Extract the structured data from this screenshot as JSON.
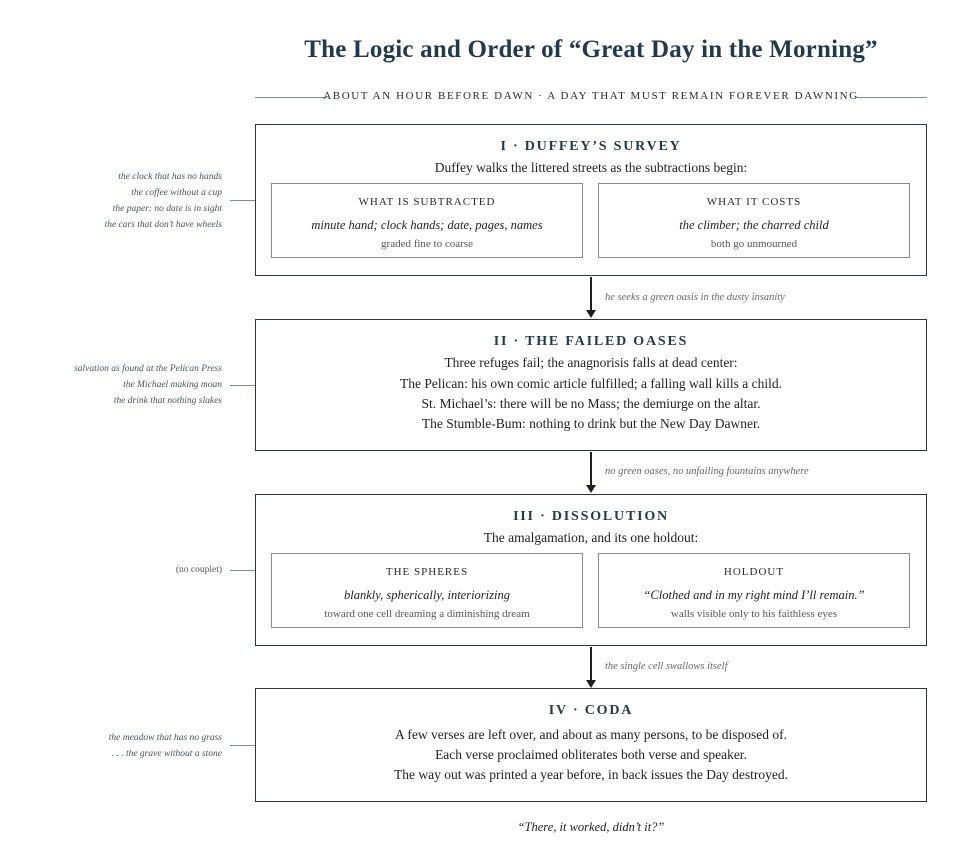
{
  "title": "The Logic and Order of “Great Day in the Morning”",
  "subtitle": "ABOUT AN HOUR BEFORE DAWN · A DAY THAT MUST REMAIN FOREVER DAWNING",
  "panels": [
    {
      "heading": "I · DUFFEY’S SURVEY",
      "intro": "Duffey walks the littered streets as the subtractions begin:",
      "boxes": [
        {
          "label": "WHAT IS SUBTRACTED",
          "main": "minute hand; clock hands; date, pages, names",
          "note": "graded fine to coarse"
        },
        {
          "label": "WHAT IT COSTS",
          "main": "the climber; the charred child",
          "note": "both go unmourned"
        }
      ],
      "margin": [
        "the clock that has no hands",
        "the coffee without a cup",
        "the paper: no date is in sight",
        "the cars that don’t have wheels"
      ]
    },
    {
      "heading": "II · THE FAILED OASES",
      "intro": "Three refuges fail; the anagnorisis falls at dead center:",
      "lines": [
        "The Pelican: his own comic article fulfilled; a falling wall kills a child.",
        "St. Michael’s: there will be no Mass; the demiurge on the altar.",
        "The Stumble-Bum: nothing to drink but the New Day Dawner."
      ],
      "margin": [
        "salvation as found at the Pelican Press",
        "the Michael making moan",
        "the drink that nothing slakes"
      ]
    },
    {
      "heading": "III · DISSOLUTION",
      "intro": "The amalgamation, and its one holdout:",
      "boxes": [
        {
          "label": "THE SPHERES",
          "main": "blankly, spherically, interiorizing",
          "note": "toward one cell dreaming a diminishing dream"
        },
        {
          "label": "HOLDOUT",
          "main": "“Clothed and in my right mind I’ll remain.”",
          "note": "walls visible only to his faithless eyes"
        }
      ],
      "margin": [
        "(no couplet)"
      ]
    },
    {
      "heading": "IV · CODA",
      "lines": [
        "A few verses are left over, and about as many persons, to be disposed of.",
        "Each verse proclaimed obliterates both verse and speaker.",
        "The way out was printed a year before, in back issues the Day destroyed."
      ],
      "margin": [
        "the meadow that has no grass",
        ". . . the grave without a stone"
      ]
    }
  ],
  "connectors": [
    "he seeks a green oasis in the dusty insanity",
    "no green oases, no unfailing fountains anywhere",
    "the single cell swallows itself"
  ],
  "closing": "“There, it worked, didn’t it?”"
}
